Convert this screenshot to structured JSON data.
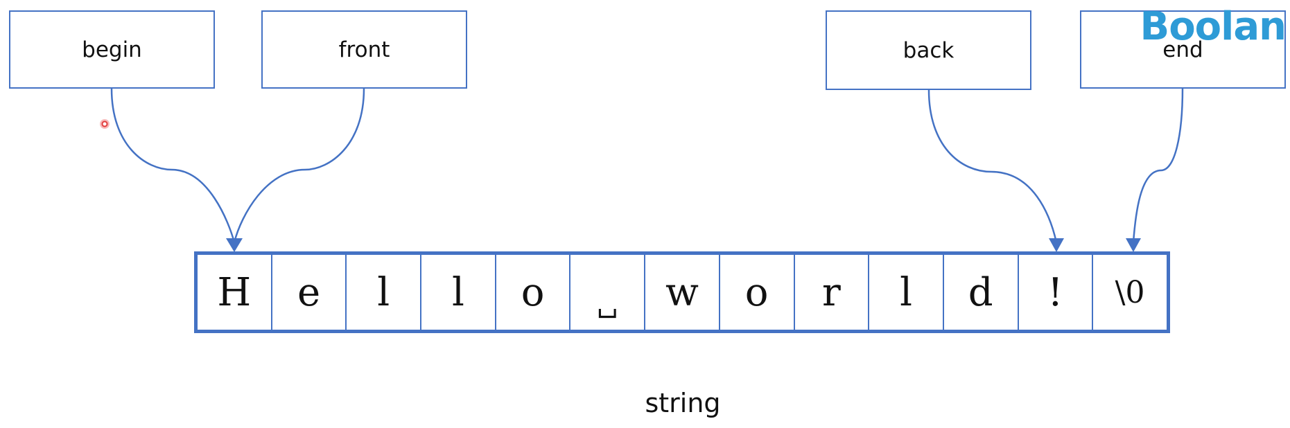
{
  "pointers": [
    {
      "key": "begin",
      "label": "begin"
    },
    {
      "key": "front",
      "label": "front"
    },
    {
      "key": "back",
      "label": "back"
    },
    {
      "key": "end",
      "label": "end"
    }
  ],
  "cells": [
    "H",
    "e",
    "l",
    "l",
    "o",
    "␣",
    "w",
    "o",
    "r",
    "l",
    "d",
    "!",
    "\\0"
  ],
  "caption": "string",
  "logo": "Boolan",
  "colors": {
    "accent": "#4472c4",
    "logo": "#2e9bd6",
    "cursor": "#e23b3b"
  },
  "icons": {
    "cursor": "cursor-dot-icon",
    "space": "space-symbol"
  }
}
